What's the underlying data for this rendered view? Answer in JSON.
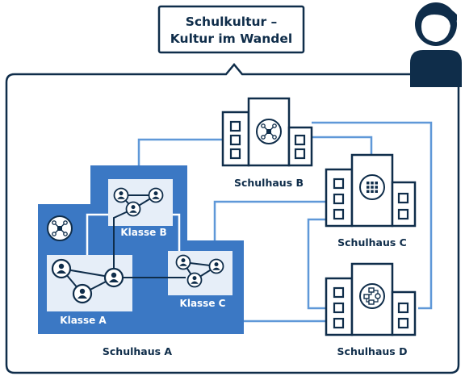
{
  "title": {
    "line1": "Schulkultur –",
    "line2": "Kultur im Wandel"
  },
  "labels": {
    "schulhaus_a": "Schulhaus A",
    "schulhaus_b": "Schulhaus B",
    "schulhaus_c": "Schulhaus C",
    "schulhaus_d": "Schulhaus D",
    "klasse_a": "Klasse A",
    "klasse_b": "Klasse B",
    "klasse_c": "Klasse C"
  },
  "icons": {
    "person": "person-silhouette-icon",
    "network": "network-node-icon",
    "grid": "grid-dots-icon",
    "flowchart": "flowchart-icon",
    "building": "building-icon",
    "user": "user-circle-icon"
  },
  "colors": {
    "navy": "#0f2d4a",
    "blue": "#3b78c4",
    "light_blue": "#5f98d8",
    "pale": "#e6eef8",
    "white": "#ffffff"
  }
}
